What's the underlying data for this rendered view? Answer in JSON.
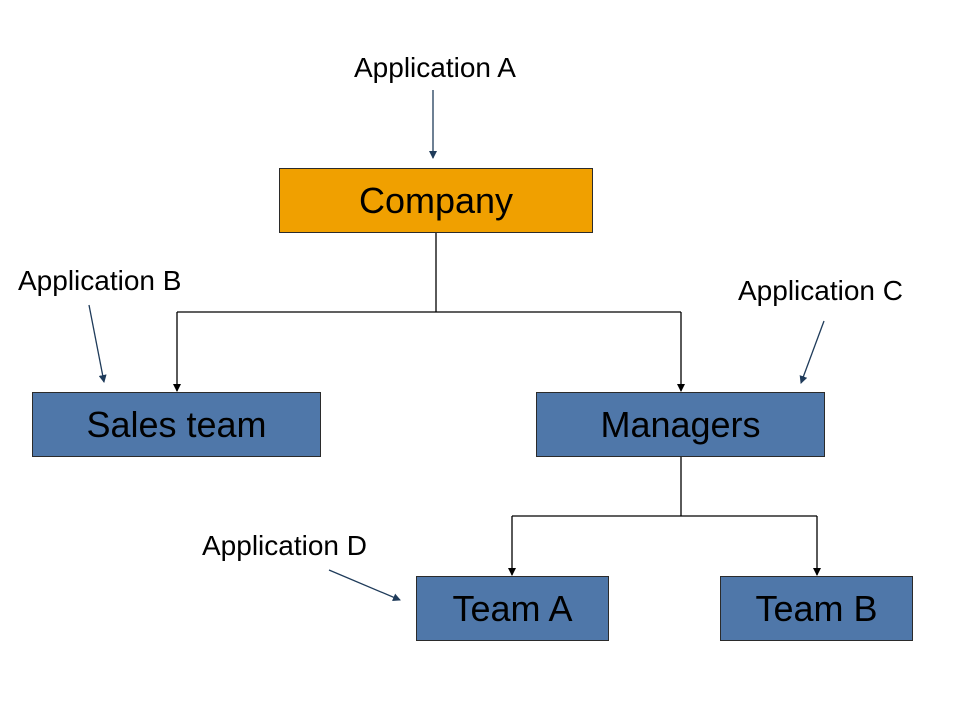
{
  "colors": {
    "root_fill": "#f0a000",
    "node_fill": "#4f77a9",
    "line": "#000000",
    "app_arrow": "#1f3b5a"
  },
  "nodes": {
    "company": "Company",
    "sales_team": "Sales team",
    "managers": "Managers",
    "team_a": "Team A",
    "team_b": "Team B"
  },
  "applications": {
    "a": "Application A",
    "b": "Application B",
    "c": "Application C",
    "d": "Application D"
  }
}
